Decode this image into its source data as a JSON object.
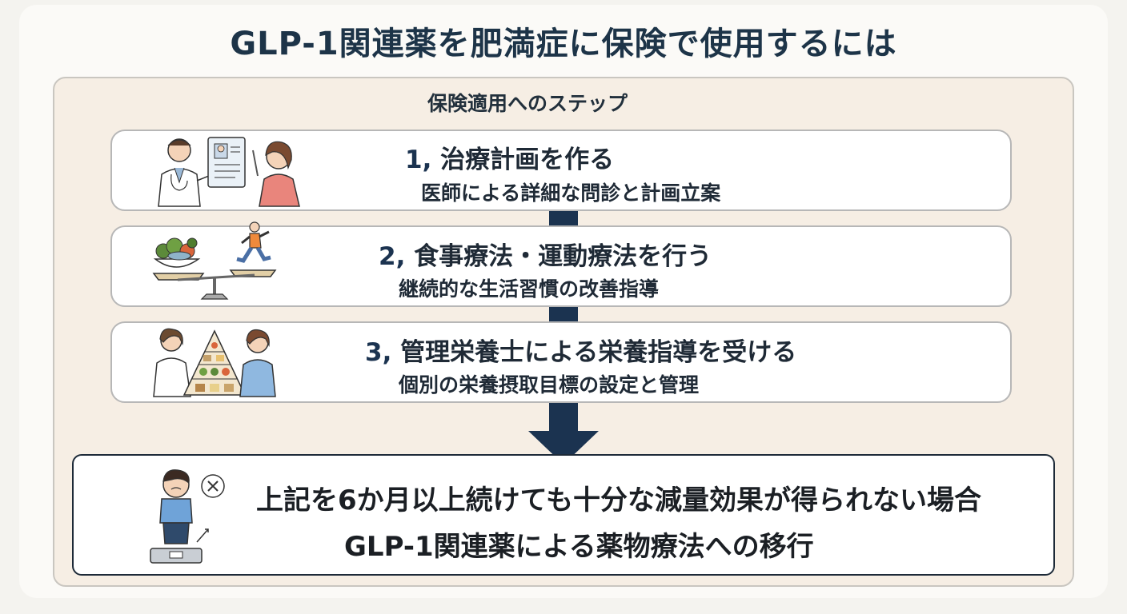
{
  "title": "GLP-1関連薬を肥満症に保険で使用するには",
  "panel_title": "保険適用へのステップ",
  "steps": [
    {
      "number": "1,",
      "title": "治療計画を作る",
      "subtitle": "医師による詳細な問診と計画立案",
      "icon": "doctor-consultation-icon"
    },
    {
      "number": "2,",
      "title": "食事療法・運動療法を行う",
      "subtitle": "継続的な生活習慣の改善指導",
      "icon": "diet-exercise-balance-icon"
    },
    {
      "number": "3,",
      "title": "管理栄養士による栄養指導を受ける",
      "subtitle": "個別の栄養摂取目標の設定と管理",
      "icon": "dietitian-food-pyramid-icon"
    }
  ],
  "result": {
    "line1": "上記を6か月以上続けても十分な減量効果が得られない場合",
    "line2": "GLP-1関連薬による薬物療法への移行",
    "icon": "person-on-scale-icon"
  },
  "colors": {
    "navy": "#1b3350",
    "panel_bg": "#f6eee4",
    "page_bg": "#f4f3ef"
  }
}
